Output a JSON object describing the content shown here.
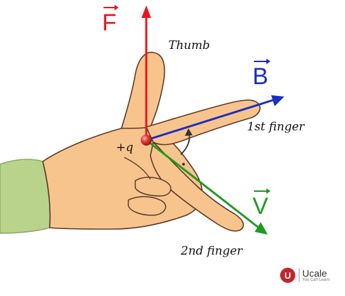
{
  "diagram": {
    "force_label": "F",
    "field_label": "B",
    "velocity_label": "V",
    "thumb_label": "Thumb",
    "first_finger_label": "1st finger",
    "second_finger_label": "2nd finger",
    "charge_label": "+q"
  },
  "colors": {
    "force": "#e8161c",
    "field": "#1a2fbf",
    "velocity": "#1c9a22",
    "skin": "#f8c48e",
    "skin_shadow": "#e9a76a",
    "sleeve": "#b9d48a",
    "charge": "#d61f1f"
  },
  "icons": [
    "ucale-logo-icon"
  ],
  "brand": {
    "logo_letter": "U",
    "name": "Ucale",
    "tagline": "You Can Learn"
  }
}
